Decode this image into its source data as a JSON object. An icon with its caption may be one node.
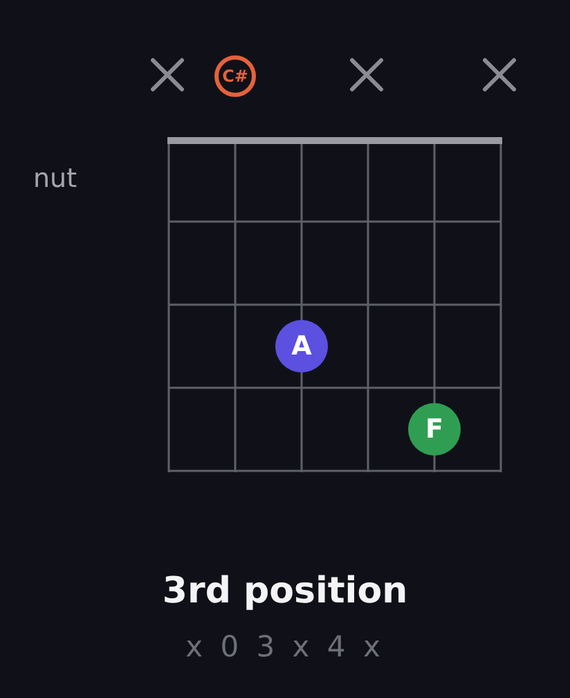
{
  "diagram": {
    "caption": "3rd position",
    "nodes": [
      {
        "text": [
          "C#"
        ]
      },
      {
        "text": [
          "A"
        ]
      },
      {
        "text": [
          "F"
        ]
      }
    ],
    "labels": [
      "nut",
      "x 0 3 x 4 x"
    ]
  }
}
